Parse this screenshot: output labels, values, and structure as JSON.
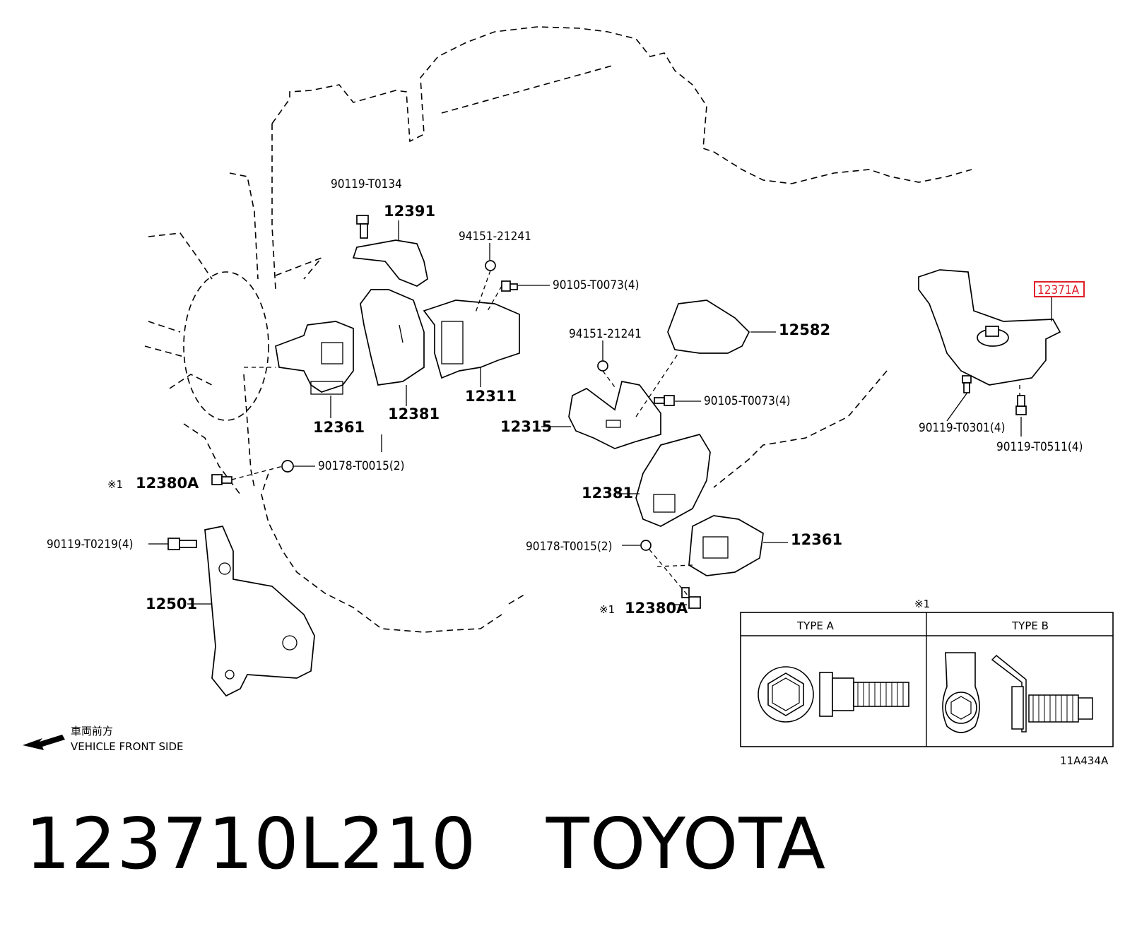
{
  "footer": {
    "part_number": "123710L210",
    "brand": "TOYOTA"
  },
  "labels": {
    "p90119_T0134": "90119-T0134",
    "p12391": "12391",
    "p94151_21241_a": "94151-21241",
    "p90105_T0073_a": "90105-T0073(4)",
    "p12361_a": "12361",
    "p12381_a": "12381",
    "p12311": "12311",
    "p94151_21241_b": "94151-21241",
    "p12582": "12582",
    "p90105_T0073_b": "90105-T0073(4)",
    "p12315": "12315",
    "p90178_T0015_a": "90178-T0015(2)",
    "p12380A_a": "12380A",
    "ref1_a": "※1",
    "p12381_b": "12381",
    "p90119_T0219": "90119-T0219(4)",
    "p12501": "12501",
    "p12361_b": "12361",
    "p90178_T0015_b": "90178-T0015(2)",
    "p12380A_b": "12380A",
    "ref1_b": "※1",
    "p12371A": "12371A",
    "p90119_T0301": "90119-T0301(4)",
    "p90119_T0511": "90119-T0511(4)",
    "front_jp": "車両前方",
    "front_en": "VEHICLE FRONT SIDE",
    "inset_ref": "※1",
    "type_a": "TYPE A",
    "type_b": "TYPE B",
    "diagram_code": "11A434A"
  },
  "highlight_color": "#e0202a"
}
